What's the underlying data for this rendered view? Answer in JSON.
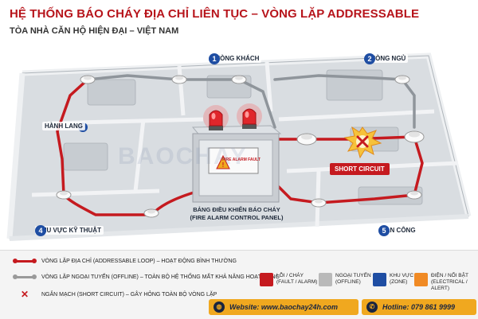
{
  "header": {
    "title": "HỆ THỐNG BÁO CHÁY ĐỊA CHỈ LIÊN TỤC – VÒNG LẶP ADDRESSABLE",
    "subtitle": "TÒA NHÀ CĂN HỘ HIỆN ĐẠI – VIỆT NAM"
  },
  "rooms": [
    {
      "num": "1",
      "label": "PHÒNG KHÁCH"
    },
    {
      "num": "2",
      "label": "PHÒNG NGỦ"
    },
    {
      "num": "",
      "label": "HÀNH LANG"
    },
    {
      "num": "4",
      "label": "KHU VỰC KỸ THUẬT"
    },
    {
      "num": "5",
      "label": "BAN CÔNG"
    }
  ],
  "panel": {
    "screen_text": "FIRE ALARM FAULT",
    "caption_line1": "BẢNG ĐIỀU KHIỂN BÁO CHÁY",
    "caption_line2": "(FIRE ALARM CONTROL PANEL)"
  },
  "short_circuit_label": "SHORT CIRCUIT",
  "watermark": "BAOCHAY",
  "legend": {
    "lines": [
      {
        "icon": "red-line",
        "text": "VÒNG LẶP ĐỊA CHỈ (ADDRESSABLE LOOP) – HOẠT ĐỘNG BÌNH THƯỜNG"
      },
      {
        "icon": "gray-line",
        "text": "VÒNG LẶP NGOẠI TUYẾN (OFFLINE) – TOÀN BỘ HỆ THỐNG MẤT KHẢ NĂNG HOẠT ĐỘNG"
      },
      {
        "icon": "red-x",
        "text": "NGẮN MẠCH (SHORT CIRCUIT) – GÂY HỎNG TOÀN BỘ VÒNG LẶP"
      }
    ],
    "swatches": [
      {
        "color": "#c51a1f",
        "line1": "LỖI / CHÁY",
        "line2": "(FAULT / ALARM)"
      },
      {
        "color": "#b9b9b9",
        "line1": "NGOẠI TUYẾN",
        "line2": "(OFFLINE)"
      },
      {
        "color": "#1f4ea3",
        "line1": "KHU VỰC",
        "line2": "(ZONE)"
      },
      {
        "color": "#f08a24",
        "line1": "ĐIỆN / NỔI BẬT",
        "line2": "(ELECTRICAL / ALERT)"
      }
    ]
  },
  "contact": {
    "website": "Website: www.baochay24h.com",
    "hotline": "Hotline: 079 861 9999"
  },
  "colors": {
    "alarm_red": "#c51a1f",
    "offline_gray": "#9a9a9a",
    "zone_blue": "#1f4ea3",
    "brand_orange": "#f0a81f"
  }
}
